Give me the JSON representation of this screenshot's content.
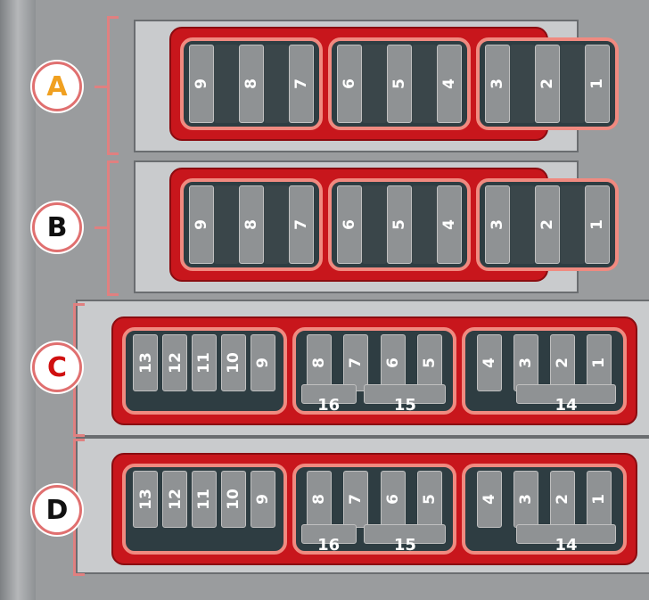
{
  "rows": [
    {
      "label": "A",
      "label_color": "#f0a020",
      "groups": [
        [
          "9",
          "8",
          "7"
        ],
        [
          "6",
          "5",
          "4"
        ],
        [
          "3",
          "2",
          "1"
        ]
      ]
    },
    {
      "label": "B",
      "label_color": "#111111",
      "groups": [
        [
          "9",
          "8",
          "7"
        ],
        [
          "6",
          "5",
          "4"
        ],
        [
          "3",
          "2",
          "1"
        ]
      ]
    },
    {
      "label": "C",
      "label_color": "#d01010",
      "groups": [
        [
          "13",
          "12",
          "11",
          "10",
          "9"
        ],
        [
          "8",
          "7",
          "6",
          "5"
        ],
        [
          "4",
          "3",
          "2",
          "1"
        ]
      ],
      "wide_fuses": [
        "16",
        "15",
        "14"
      ]
    },
    {
      "label": "D",
      "label_color": "#111111",
      "groups": [
        [
          "13",
          "12",
          "11",
          "10",
          "9"
        ],
        [
          "8",
          "7",
          "6",
          "5"
        ],
        [
          "4",
          "3",
          "2",
          "1"
        ]
      ],
      "wide_fuses": [
        "16",
        "15",
        "14"
      ]
    }
  ]
}
